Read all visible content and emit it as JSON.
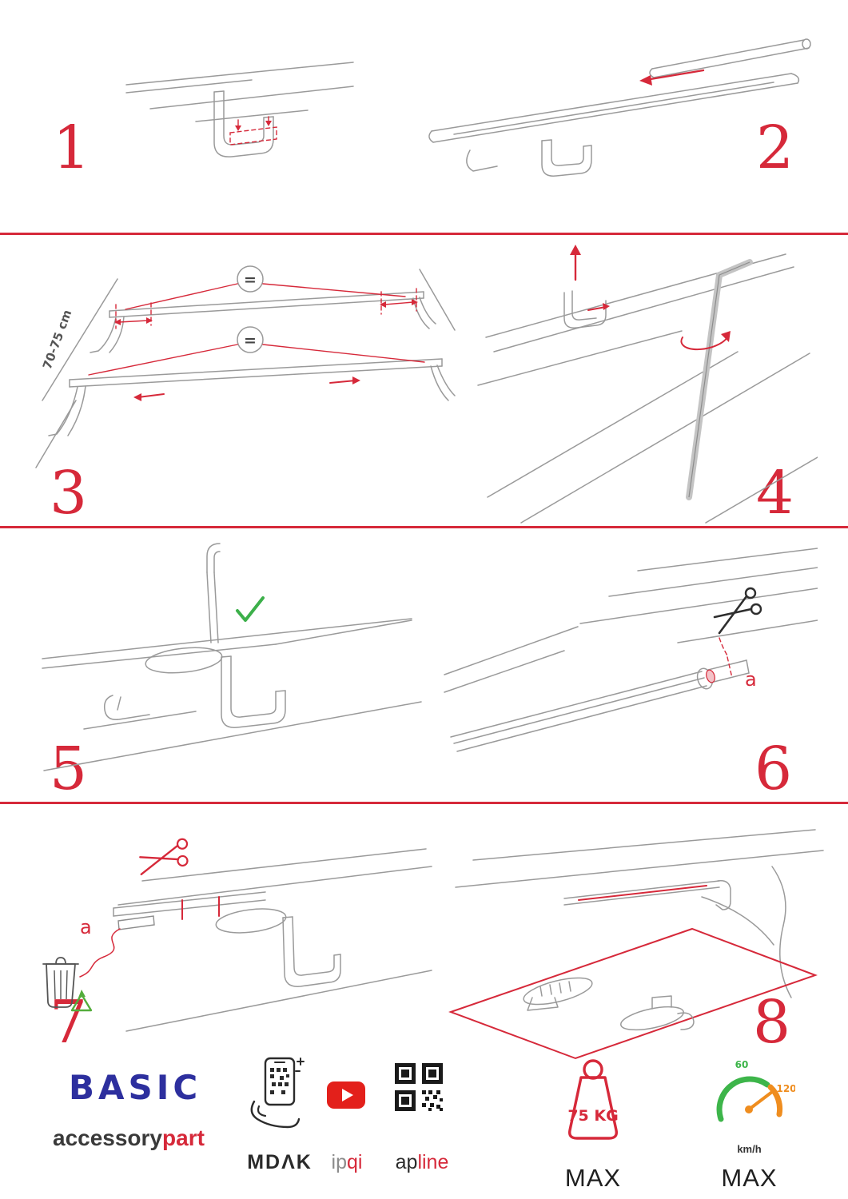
{
  "colors": {
    "accent_red": "#d6293a",
    "brand_blue": "#2d2f9e",
    "youtube_red": "#e3201b",
    "check_green": "#3cb04a",
    "gauge_green": "#3db54a",
    "gauge_orange": "#ef8d1f"
  },
  "steps": [
    {
      "number": "1"
    },
    {
      "number": "2"
    },
    {
      "number": "3"
    },
    {
      "number": "4"
    },
    {
      "number": "5"
    },
    {
      "number": "6"
    },
    {
      "number": "7"
    },
    {
      "number": "8"
    }
  ],
  "step3": {
    "equal_top": "=",
    "equal_bottom": "=",
    "measurement": "70-75 cm"
  },
  "step6": {
    "cut_label": "a"
  },
  "step7": {
    "cut_label": "a"
  },
  "icons": {
    "scissors": "scissors-icon",
    "recycle": "recycle-icon",
    "check": "check-icon",
    "trash": "trash-bin-icon",
    "allen_key": "allen-key-icon",
    "phone_qr": "phone-qr-scan-icon",
    "youtube": "youtube-icon",
    "qr": "qr-code-icon",
    "weight": "weight-icon",
    "speedometer": "speedometer-icon"
  },
  "footer": {
    "brand": "BASIC",
    "brand_dark": "accessory",
    "brand_red": "part",
    "app_store_label": "MDΛK",
    "video_label_gray": "ip",
    "video_label_red": "qi",
    "qr_label_dark": "ap",
    "qr_label_red": "line",
    "weight_value": "75 KG",
    "weight_max": "MAX",
    "speed_low": "60",
    "speed_high": "120",
    "speed_unit": "km/h",
    "speed_max": "MAX"
  }
}
